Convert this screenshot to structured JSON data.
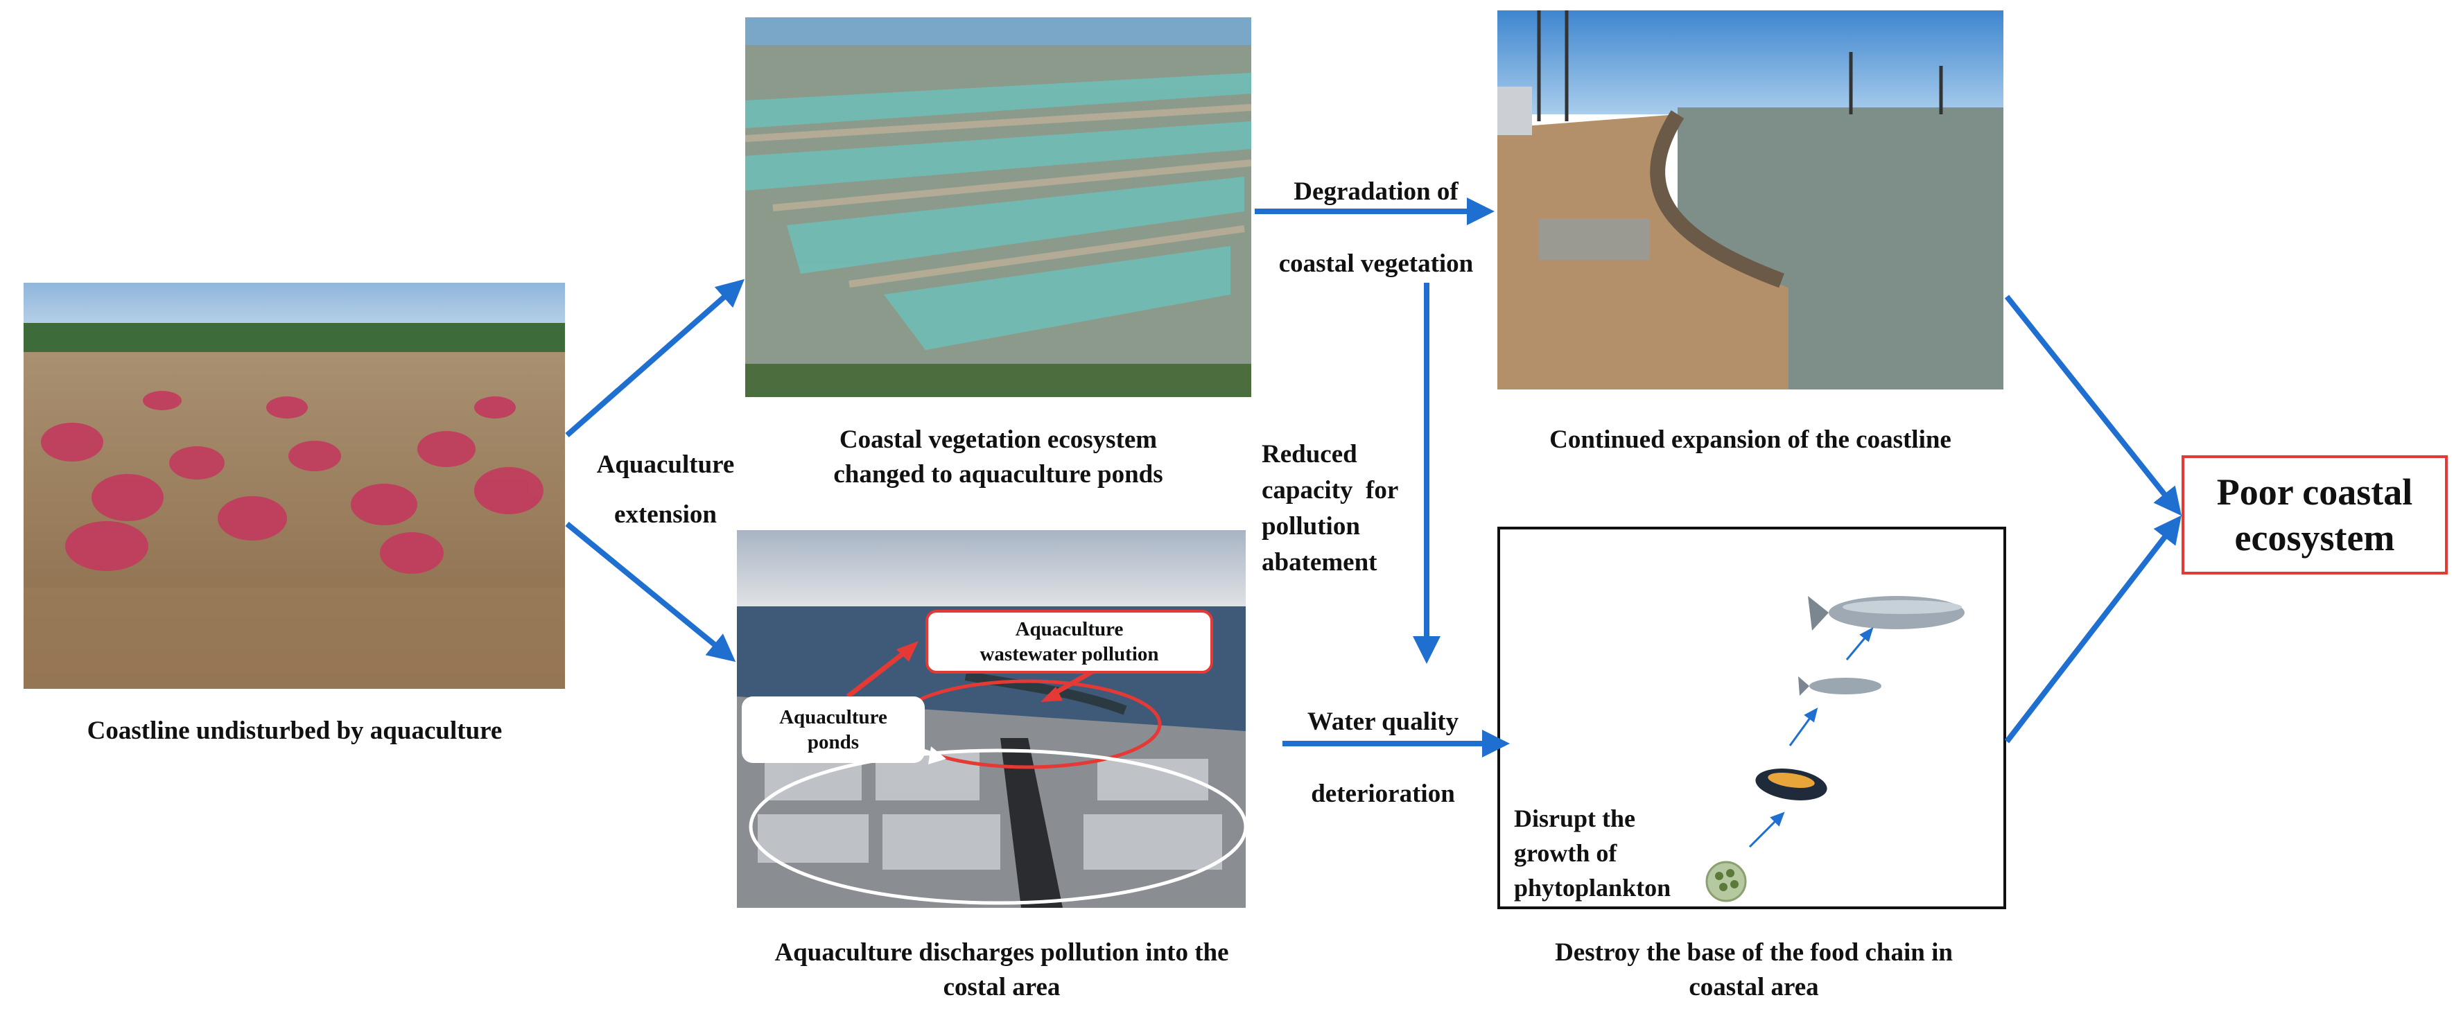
{
  "captions": {
    "coastline_undisturbed": "Coastline undisturbed by aquaculture",
    "ponds_change_line1": "Coastal vegetation ecosystem",
    "ponds_change_line2": "changed to aquaculture ponds",
    "continued_expansion": "Continued expansion of the coastline",
    "discharges_line1": "Aquaculture discharges pollution into the",
    "discharges_line2": "costal area",
    "destroy_line1": "Destroy the base of the food chain in",
    "destroy_line2": "coastal area"
  },
  "arrow_labels": {
    "aquaculture": "Aquaculture",
    "extension": "extension",
    "degradation_line1": "Degradation of",
    "degradation_line2": "coastal vegetation",
    "reduced_line1": "Reduced",
    "reduced_line2": "capacity  for",
    "reduced_line3": "pollution",
    "reduced_line4": "abatement",
    "water_line1": "Water quality",
    "water_line2": "deterioration"
  },
  "callouts": {
    "wastewater_line1": "Aquaculture",
    "wastewater_line2": "wastewater pollution",
    "ponds_line1": "Aquaculture",
    "ponds_line2": "ponds"
  },
  "food_chain": {
    "line1": "Disrupt the",
    "line2": "growth of",
    "line3": "phytoplankton"
  },
  "outcome": {
    "line1": "Poor coastal",
    "line2": "ecosystem"
  },
  "colors": {
    "arrow_blue": "#1f6fd1",
    "callout_red": "#e53935"
  }
}
